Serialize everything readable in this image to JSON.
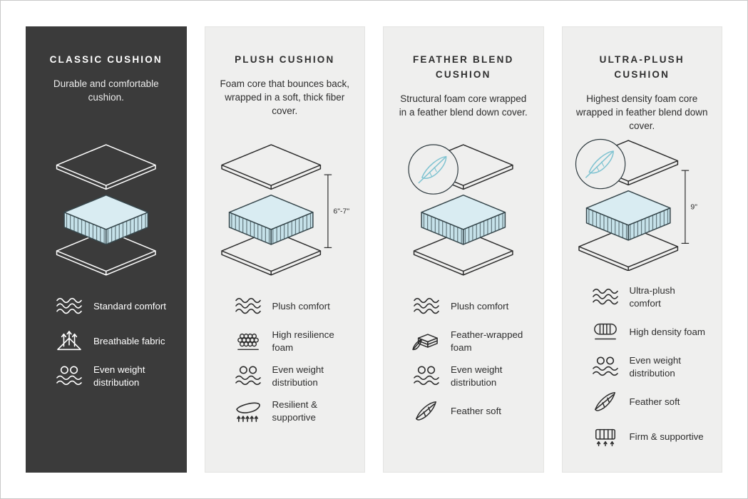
{
  "colors": {
    "dark_card_bg": "#3b3b3b",
    "light_card_bg": "#efefee",
    "cushion_fill_top": "#d9ecf2",
    "cushion_fill_side": "#c6e2ea",
    "outline": "#37474c",
    "feather_accent": "#7fc3d1"
  },
  "cards": [
    {
      "title": "CLASSIC CUSHION",
      "description": "Durable and comfortable cushion.",
      "features": [
        {
          "icon": "waves-icon",
          "label": "Standard comfort"
        },
        {
          "icon": "breathable-icon",
          "label": "Breathable fabric"
        },
        {
          "icon": "even-weight-icon",
          "label": "Even weight distribution"
        }
      ]
    },
    {
      "title": "PLUSH CUSHION",
      "description": "Foam core that bounces back, wrapped in a soft, thick fiber cover.",
      "height_label": "6\"-7\"",
      "features": [
        {
          "icon": "waves-icon",
          "label": "Plush comfort"
        },
        {
          "icon": "foam-bubbles-icon",
          "label": "High resilience foam"
        },
        {
          "icon": "even-weight-icon",
          "label": "Even weight distribution"
        },
        {
          "icon": "resilient-arrows-icon",
          "label": "Resilient & supportive"
        }
      ]
    },
    {
      "title": "FEATHER BLEND CUSHION",
      "description": "Structural foam core wrapped in a feather blend down cover.",
      "features": [
        {
          "icon": "waves-icon",
          "label": "Plush comfort"
        },
        {
          "icon": "feather-wrapped-foam-icon",
          "label": "Feather-wrapped foam"
        },
        {
          "icon": "even-weight-icon",
          "label": "Even weight distribution"
        },
        {
          "icon": "feather-icon",
          "label": "Feather soft"
        }
      ]
    },
    {
      "title": "ULTRA-PLUSH CUSHION",
      "description": "Highest density foam core wrapped in feather blend down cover.",
      "height_label": "9\"",
      "features": [
        {
          "icon": "waves-icon",
          "label": "Ultra-plush comfort"
        },
        {
          "icon": "density-foam-icon",
          "label": "High density foam"
        },
        {
          "icon": "even-weight-icon",
          "label": "Even weight distribution"
        },
        {
          "icon": "feather-icon",
          "label": "Feather soft"
        },
        {
          "icon": "firm-support-icon",
          "label": "Firm & supportive"
        }
      ]
    }
  ]
}
